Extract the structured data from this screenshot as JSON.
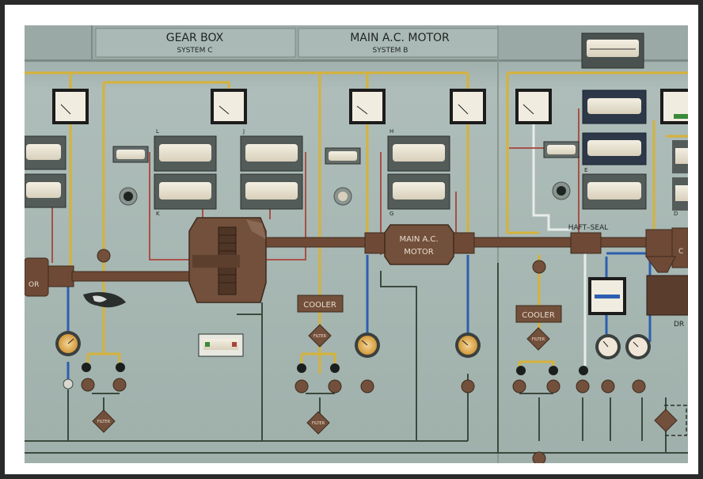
{
  "header": {
    "gearbox_title": "GEAR BOX",
    "gearbox_system": "SYSTEM C",
    "motor_title": "MAIN A.C. MOTOR",
    "motor_system": "SYSTEM B"
  },
  "diagram": {
    "motor_label_line1": "MAIN A.C.",
    "motor_label_line2": "MOTOR",
    "cooler_left": "COOLER",
    "cooler_right": "COOLER",
    "filter_label": "FILTER",
    "shaft_seal": "HAFT–SEAL",
    "left_tag": "OR",
    "right_tag": "DR",
    "right_edge_tag": "C"
  },
  "meter_letters": [
    "L",
    "J",
    "K",
    "H",
    "G",
    "E",
    "D"
  ],
  "colors": {
    "panel": "#a9b8b4",
    "yellow_line": "#d6b238",
    "blue_line": "#2d5fb0",
    "red_line": "#a8443a",
    "brown_shaft": "#6e4a36",
    "dark_line": "#3c4a3e"
  }
}
